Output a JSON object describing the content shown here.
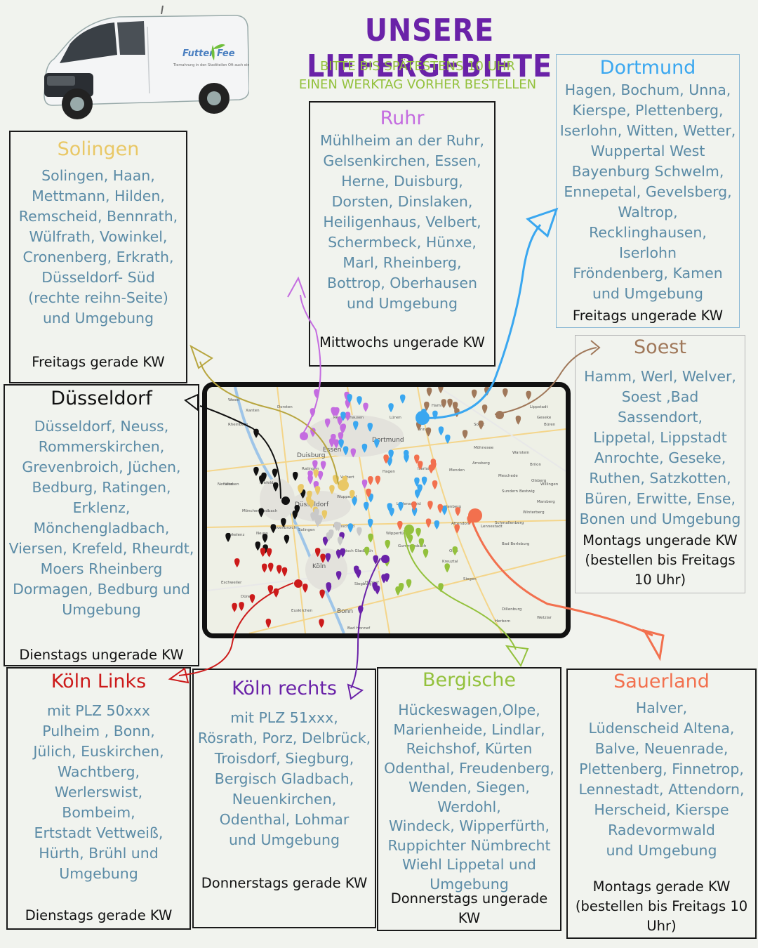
{
  "header": {
    "title": "UNSERE LIEFERGEBIETE",
    "subtitle": "BITTE BIS SPÄTESTENS 10 UHR\nEINEN WERKTAG VORHER BESTELLEN"
  },
  "van": {
    "brand": "Futter Fee",
    "tagline": "Tiernahrung in den Stadtteilen Oft auch ein"
  },
  "colors": {
    "title": "#6a22a8",
    "subtitle": "#93c13c",
    "body_text": "#5b8ba6",
    "solingen": "#e9c866",
    "ruhr": "#c46ce0",
    "dortmund": "#3aa7f0",
    "soest": "#a0785a",
    "duesseldorf": "#111111",
    "koeln_links": "#cc1a1a",
    "koeln_rechts": "#6a22a8",
    "bergische": "#93c13c",
    "sauerland": "#f2704e"
  },
  "regions": {
    "solingen": {
      "title": "Solingen",
      "places": "Solingen, Haan,\nMettmann, Hilden,\nRemscheid,  Bennrath,\nWülfrath, Vowinkel,\nCronenberg, Erkrath,\nDüsseldorf- Süd\n(rechte reihn-Seite)\nund Umgebung",
      "schedule": "Freitags gerade KW"
    },
    "ruhr": {
      "title": "Ruhr",
      "places": "Mühlheim an der Ruhr,\nGelsenkirchen, Essen,\nHerne, Duisburg,\nDorsten, Dinslaken,\nHeiligenhaus, Velbert,\nSchermbeck, Hünxe,\nMarl, Rheinberg,\nBottrop, Oberhausen\nund Umgebung",
      "schedule": "Mittwochs ungerade KW"
    },
    "dortmund": {
      "title": "Dortmund",
      "places": "Hagen, Bochum, Unna,\nKierspe, Plettenberg,\nIserlohn, Witten, Wetter,\nWuppertal West\nBayenburg Schwelm,\nEnnepetal, Gevelsberg,\nWaltrop,\nRecklinghausen, Iserlohn\nFröndenberg, Kamen\nund Umgebung",
      "schedule": "Freitags ungerade KW"
    },
    "soest": {
      "title": "Soest",
      "places": "Hamm, Werl, Welver,\nSoest ,Bad Sassendort,\nLippetal, Lippstadt\nAnrochte, Geseke,\nRuthen, Satzkotten,\nBüren, Erwitte, Ense,\nBonen und Umgebung",
      "schedule": "Montags ungerade KW\n(bestellen bis Freitags\n10 Uhr)"
    },
    "duesseldorf": {
      "title": "Düsseldorf",
      "places": "Düsseldorf, Neuss,\nRommerskirchen,\nGrevenbroich, Jüchen,\nBedburg, Ratingen,\nErklenz,\nMönchengladbach,\nViersen, Krefeld, Rheurdt,\nMoers Rheinberg\nDormagen, Bedburg und\nUmgebung",
      "schedule": "Dienstags ungerade KW"
    },
    "koeln_links": {
      "title": "Köln Links",
      "places": "mit PLZ 50xxx\nPulheim , Bonn,\nJülich, Euskirchen,\nWachtberg,\nWerlerswist,\nBombeim,\nErtstadt Vettweiß,\nHürth, Brühl und\nUmgebung",
      "schedule": "Dienstags gerade KW"
    },
    "koeln_rechts": {
      "title": "Köln rechts",
      "places": "mit PLZ 51xxx,\nRösrath, Porz, Delbrück,\nTroisdorf, Siegburg,\nBergisch Gladbach,\nNeuenkirchen,\nOdenthal, Lohmar\nund Umgebung",
      "schedule": "Donnerstags gerade KW"
    },
    "bergische": {
      "title": "Bergische",
      "places": "Hückeswagen,Olpe,\nMarienheide, Lindlar,\nReichshof, Kürten\nOdenthal, Freudenberg,\nWenden, Siegen, Werdohl,\nWindeck, Wipperfürth,\nRuppichter Nümbrecht\nWiehl Lippetal und\nUmgebung",
      "schedule": "Donnerstags ungerade\nKW"
    },
    "sauerland": {
      "title": "Sauerland",
      "places": "Halver,\nLüdenscheid Altena,\nBalve, Neuenrade,\nPlettenberg,  Finnetrop,\nLennestadt, Attendorn,\nHerscheid, Kierspe\nRadevormwald\nund Umgebung",
      "schedule": "Montags gerade KW\n(bestellen bis Freitags 10\nUhr)"
    }
  },
  "map": {
    "labels": [
      "Xanten",
      "Duisburg",
      "Essen",
      "Dortmund",
      "Recklinghausen",
      "Hamm",
      "Soest",
      "Lünen",
      "Unna",
      "Hagen",
      "Iserlohn",
      "Krefeld",
      "Düsseldorf",
      "Wuppertal",
      "Lüdenscheid",
      "Plettenberg",
      "Attendorn",
      "Köln",
      "Bergisch Gladbach",
      "Bonn",
      "Düren",
      "Siegen",
      "Gummersbach",
      "Arnsberg",
      "Meschede",
      "Brilon",
      "Winterberg",
      "Lippstadt",
      "Mönchengladbach",
      "Neuss",
      "Erkelenz",
      "Olpe",
      "Kreuztal",
      "Schmallenberg",
      "Bad Berleburg",
      "Dillenburg",
      "Herborn",
      "Wetzlar",
      "Warstein",
      "Büren",
      "Lennestadt",
      "Bad Honnef",
      "Euskirchen",
      "Eschweiler",
      "Grevenbroich",
      "Viersen",
      "Nettetal",
      "Geseke",
      "Möhnesee",
      "Dorsten",
      "Rheinberg",
      "Velbert",
      "Solingen",
      "Remscheid",
      "Siegburg",
      "Hennef",
      "Wipperfürth",
      "Ratingen",
      "Sundern",
      "Menden",
      "Willingen",
      "Marsberg",
      "Bestwig",
      "Olsberg",
      "Wesel"
    ]
  }
}
